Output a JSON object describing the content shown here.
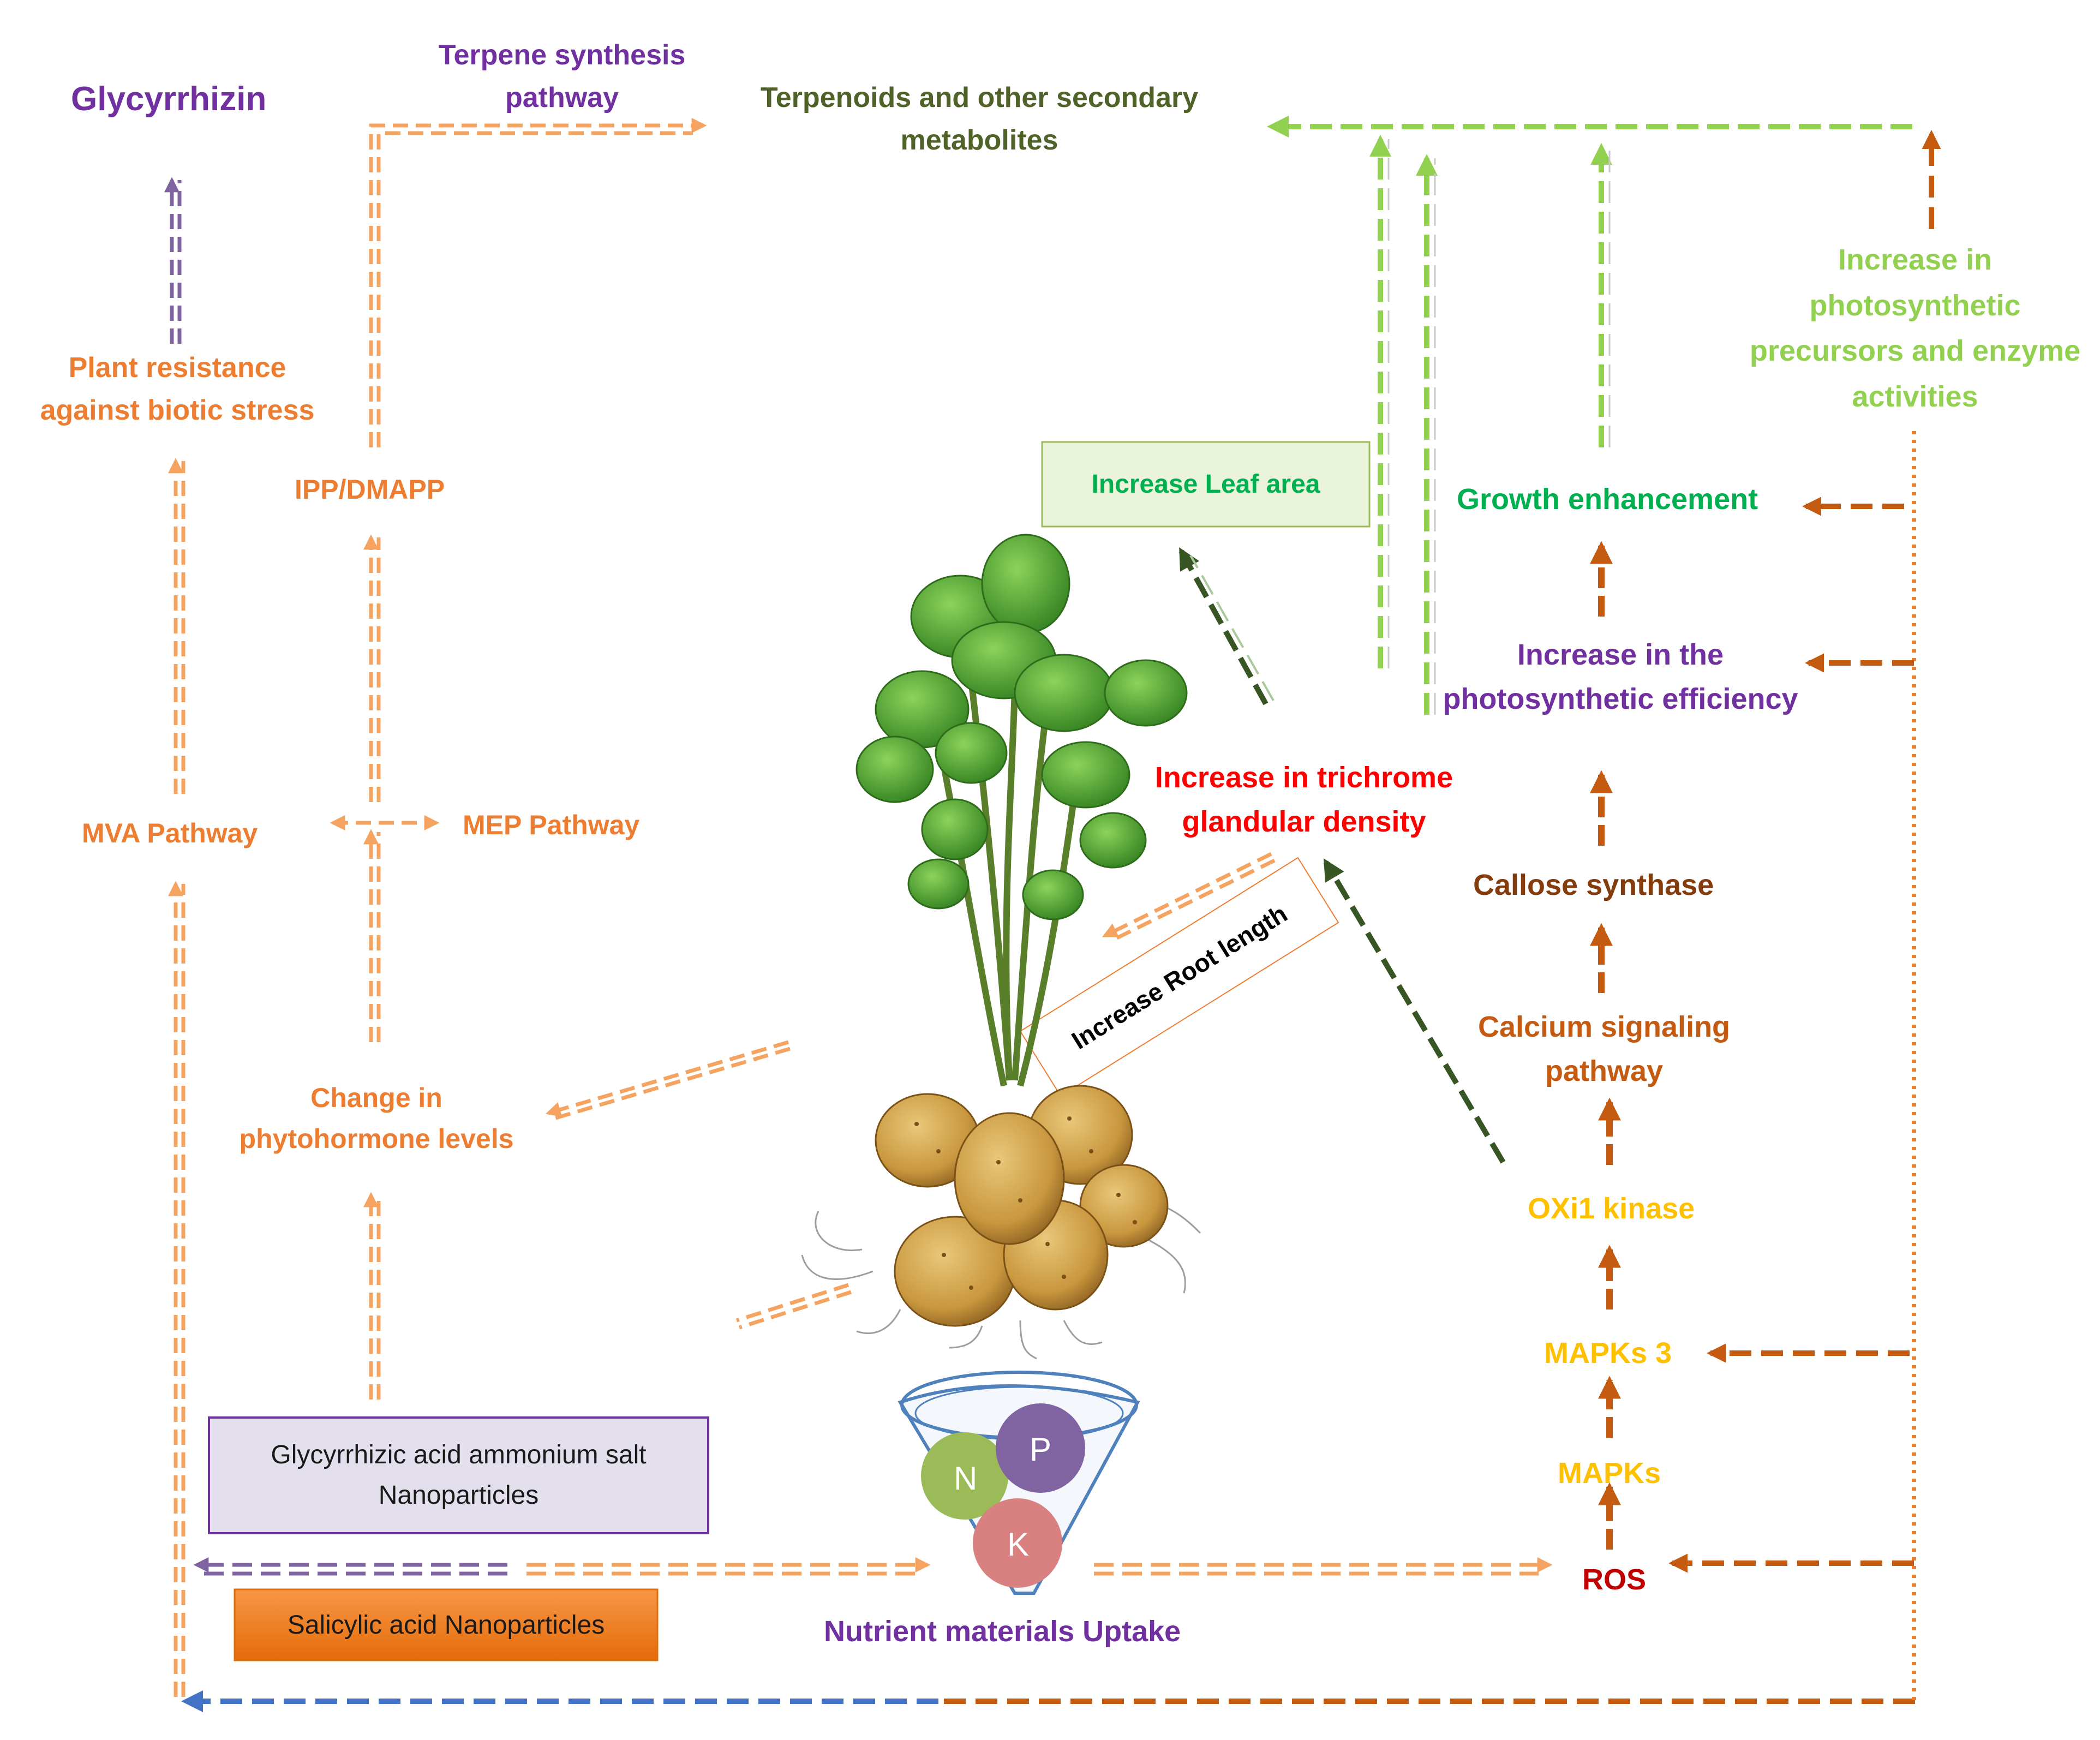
{
  "labels": {
    "glycyrrhizin": "Glycyrrhizin",
    "terpene_pathway_1": "Terpene synthesis",
    "terpene_pathway_2": "pathway",
    "terpenoids_1": "Terpenoids and other secondary",
    "terpenoids_2": "metabolites",
    "plant_resistance_1": "Plant resistance",
    "plant_resistance_2": "against biotic stress",
    "ipp_dmapp": "IPP/DMAPP",
    "mva_pathway": "MVA Pathway",
    "mep_pathway": "MEP Pathway",
    "phytohormone_1": "Change in",
    "phytohormone_2": "phytohormone levels",
    "leaf_area": "Increase Leaf area",
    "trichrome_1": "Increase in trichrome",
    "trichrome_2": "glandular density",
    "root_length": "Increase Root length",
    "growth": "Growth enhancement",
    "photo_eff_1": "Increase in the",
    "photo_eff_2": "photosynthetic efficiency",
    "precursors_1": "Increase in",
    "precursors_2": "photosynthetic",
    "precursors_3": "precursors and enzyme",
    "precursors_4": "activities",
    "callose": "Callose synthase",
    "calcium_1": "Calcium signaling",
    "calcium_2": "pathway",
    "oxi1": "OXi1 kinase",
    "mapks3": "MAPKs 3",
    "mapks": "MAPKs",
    "ros": "ROS",
    "nutrient": "Nutrient materials Uptake",
    "glyc_np_1": "Glycyrrhizic acid ammonium salt",
    "glyc_np_2": "Nanoparticles",
    "salicylic_np": "Salicylic acid Nanoparticles",
    "nutrient_n": "N",
    "nutrient_p": "P",
    "nutrient_k": "K"
  },
  "colors": {
    "orange": "#ED7D31",
    "light_orange": "#F4A460",
    "purple": "#7030A0",
    "olive_green": "#4F6228",
    "light_green": "#92D050",
    "green": "#00B050",
    "red": "#FF0000",
    "dark_red": "#C00000",
    "brown": "#843C0C",
    "rust": "#C55A11",
    "gold": "#FFC000",
    "blue": "#4472C4",
    "dark_green": "#375623",
    "lavender": "#8064A2"
  }
}
